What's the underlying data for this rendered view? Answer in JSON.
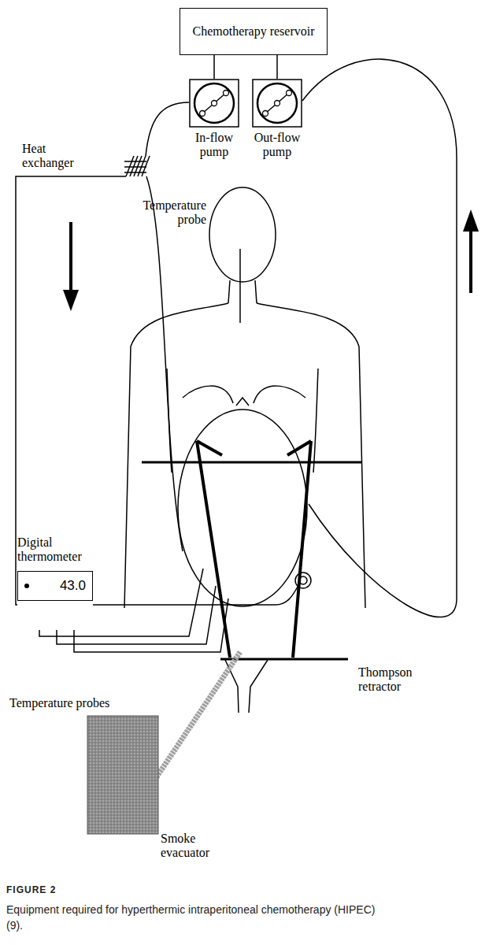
{
  "diagram": {
    "caption": "Equipment required for hyperthermic intraperitoneal chemotherapy (HIPEC) (9).",
    "nodes": [
      {
        "text": [
          "Chemotherapy reservoir"
        ]
      },
      {
        "text": [
          "In-flow pump"
        ]
      },
      {
        "text": [
          "Out-flow pump"
        ]
      },
      {
        "text": [
          "Digital thermometer",
          "43.0"
        ]
      },
      {
        "text": [
          "Smoke evacuator"
        ]
      }
    ],
    "edges": [
      {
        "from": 0,
        "to": 1,
        "arrow": "none"
      },
      {
        "from": 0,
        "to": 2,
        "arrow": "none"
      }
    ],
    "labels": [
      "Heat exchanger",
      "Temperature probe",
      "Temperature probes",
      "Thompson retractor",
      "FIGURE 2"
    ]
  }
}
